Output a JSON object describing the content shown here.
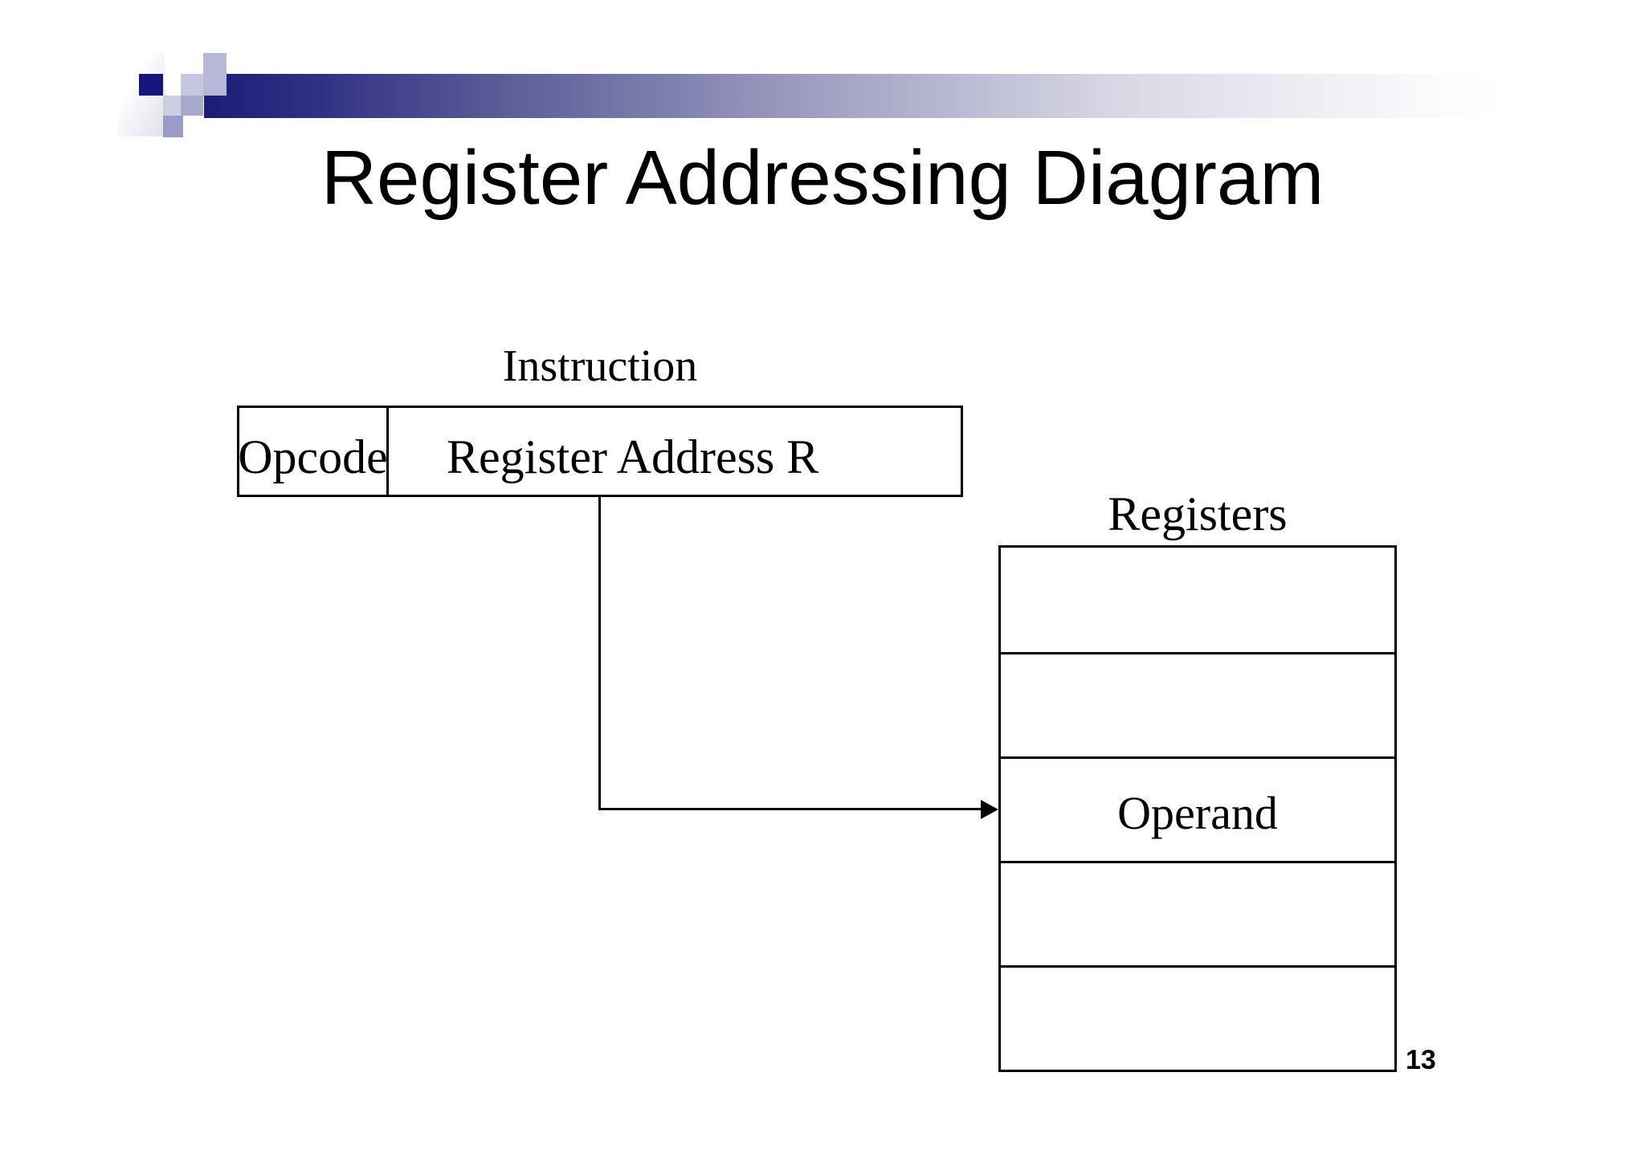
{
  "slide": {
    "title": "Register Addressing Diagram",
    "page_number": "13"
  },
  "diagram": {
    "instruction_label": "Instruction",
    "box": {
      "opcode": "Opcode",
      "register_address": "Register Address R"
    },
    "registers_label": "Registers",
    "operand_label": "Operand",
    "register_row_count": 5,
    "operand_row_index": 3
  },
  "colors": {
    "background": "#ffffff",
    "line": "#000000",
    "text": "#000000",
    "accent_navy": "#1c1c77",
    "accent_periwinkle": "#b7b8d8"
  }
}
